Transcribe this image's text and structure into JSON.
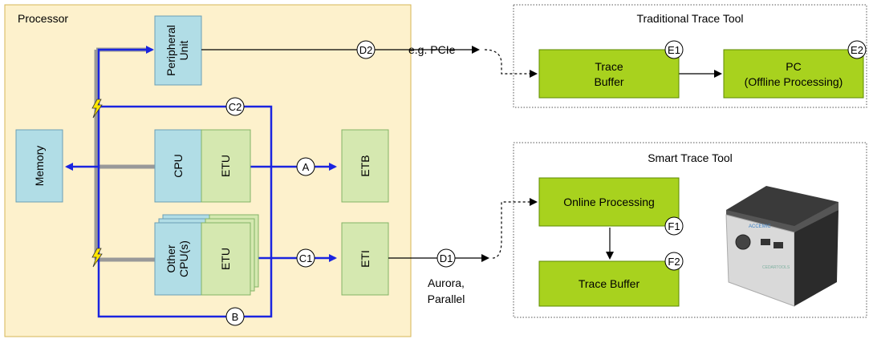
{
  "processor": {
    "title": "Processor"
  },
  "peripheral": {
    "line1": "Peripheral",
    "line2": "Unit"
  },
  "memory": {
    "label": "Memory"
  },
  "cpu": {
    "label": "CPU"
  },
  "other_cpu": {
    "line1": "Other",
    "line2": "CPU(s)"
  },
  "etu_top": {
    "label": "ETU"
  },
  "etu_bottom": {
    "label": "ETU"
  },
  "etb": {
    "label": "ETB"
  },
  "eti": {
    "label": "ETI"
  },
  "markers": {
    "a": "A",
    "b": "B",
    "c1": "C1",
    "c2": "C2",
    "d1": "D1",
    "d2": "D2",
    "e1": "E1",
    "e2": "E2",
    "f1": "F1",
    "f2": "F2"
  },
  "link_labels": {
    "pcie": "e.g. PCIe",
    "aurora_line1": "Aurora,",
    "aurora_line2": "Parallel"
  },
  "traditional": {
    "title": "Traditional Trace Tool",
    "trace_buffer_line1": "Trace",
    "trace_buffer_line2": "Buffer",
    "pc_line1": "PC",
    "pc_line2": "(Offline Processing)"
  },
  "smart": {
    "title": "Smart Trace Tool",
    "online_processing": "Online Processing",
    "trace_buffer": "Trace Buffer",
    "device_brand": "ACCEMIC",
    "device_sub": "CEDARTOOLS"
  },
  "colors": {
    "processor_fill": "#fdf1cc",
    "processor_stroke": "#d6b656",
    "blue_box": "#b1dde6",
    "green_light": "#d5e8b0",
    "green_strong": "#a8d21e",
    "bus_blue": "#1a24e0",
    "bus_gray": "#999999"
  }
}
